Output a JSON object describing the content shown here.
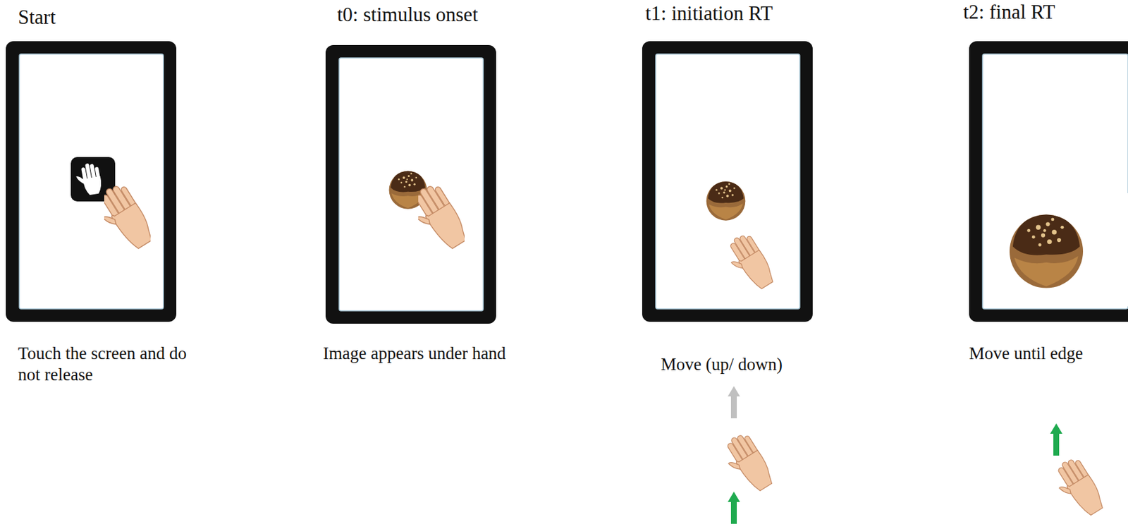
{
  "diagram": {
    "labels": [
      "Start",
      "t0: stimulus onset",
      "t1: initiation RT",
      "t2: final RT",
      "Touch the screen and do not release",
      "Image appears under hand",
      "Move (up/ down)",
      "Move until edge"
    ]
  }
}
